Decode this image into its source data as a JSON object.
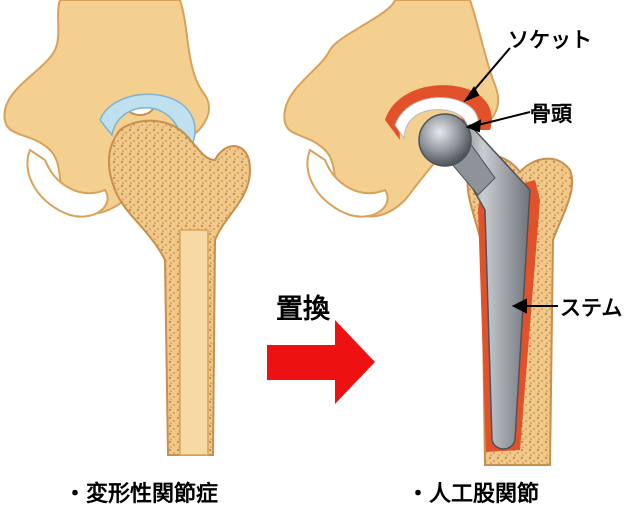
{
  "labels": {
    "socket": "ソケット",
    "head": "骨頭",
    "stem": "ステム",
    "replace": "置換"
  },
  "captions": {
    "left": "・変形性関節症",
    "right": "・人工股関節"
  },
  "colors": {
    "bone": "#f3cf90",
    "bone_dark": "#d9a25a",
    "spongy": "#e6b678",
    "cartilage": "#bfe0ef",
    "cement": "#e2522a",
    "metal": "#9aa0a6",
    "arrow": "#ee1111"
  }
}
